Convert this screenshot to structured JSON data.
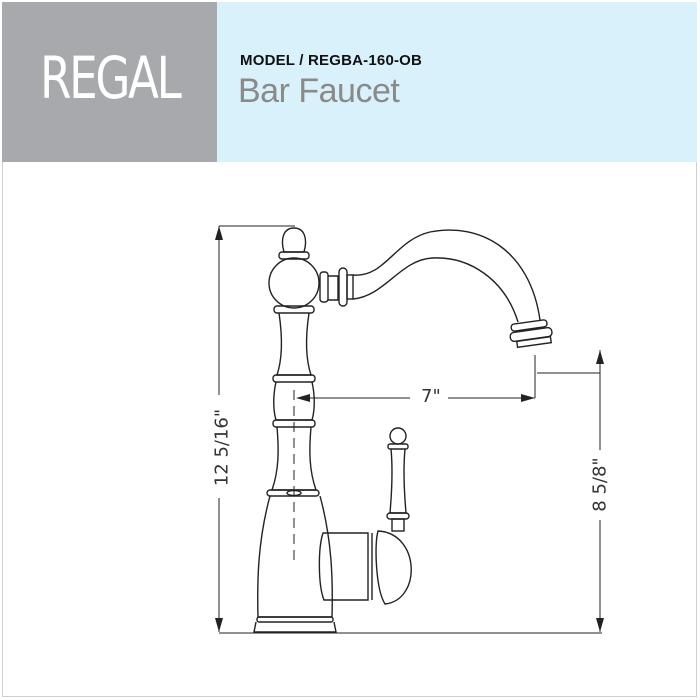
{
  "header": {
    "brand": "REGAL",
    "model_line": "MODEL / REGBA-160-OB",
    "product_name": "Bar Faucet",
    "colors": {
      "brand_panel": "#a8a9ad",
      "title_panel": "#d8f1fa",
      "product_text": "#8a8a8a"
    }
  },
  "dimensions": {
    "overall_height": "12 5/16\"",
    "spout_reach": "7\"",
    "spout_height": "8 5/8\""
  },
  "drawing": {
    "subject": "faucet-side-elevation"
  }
}
